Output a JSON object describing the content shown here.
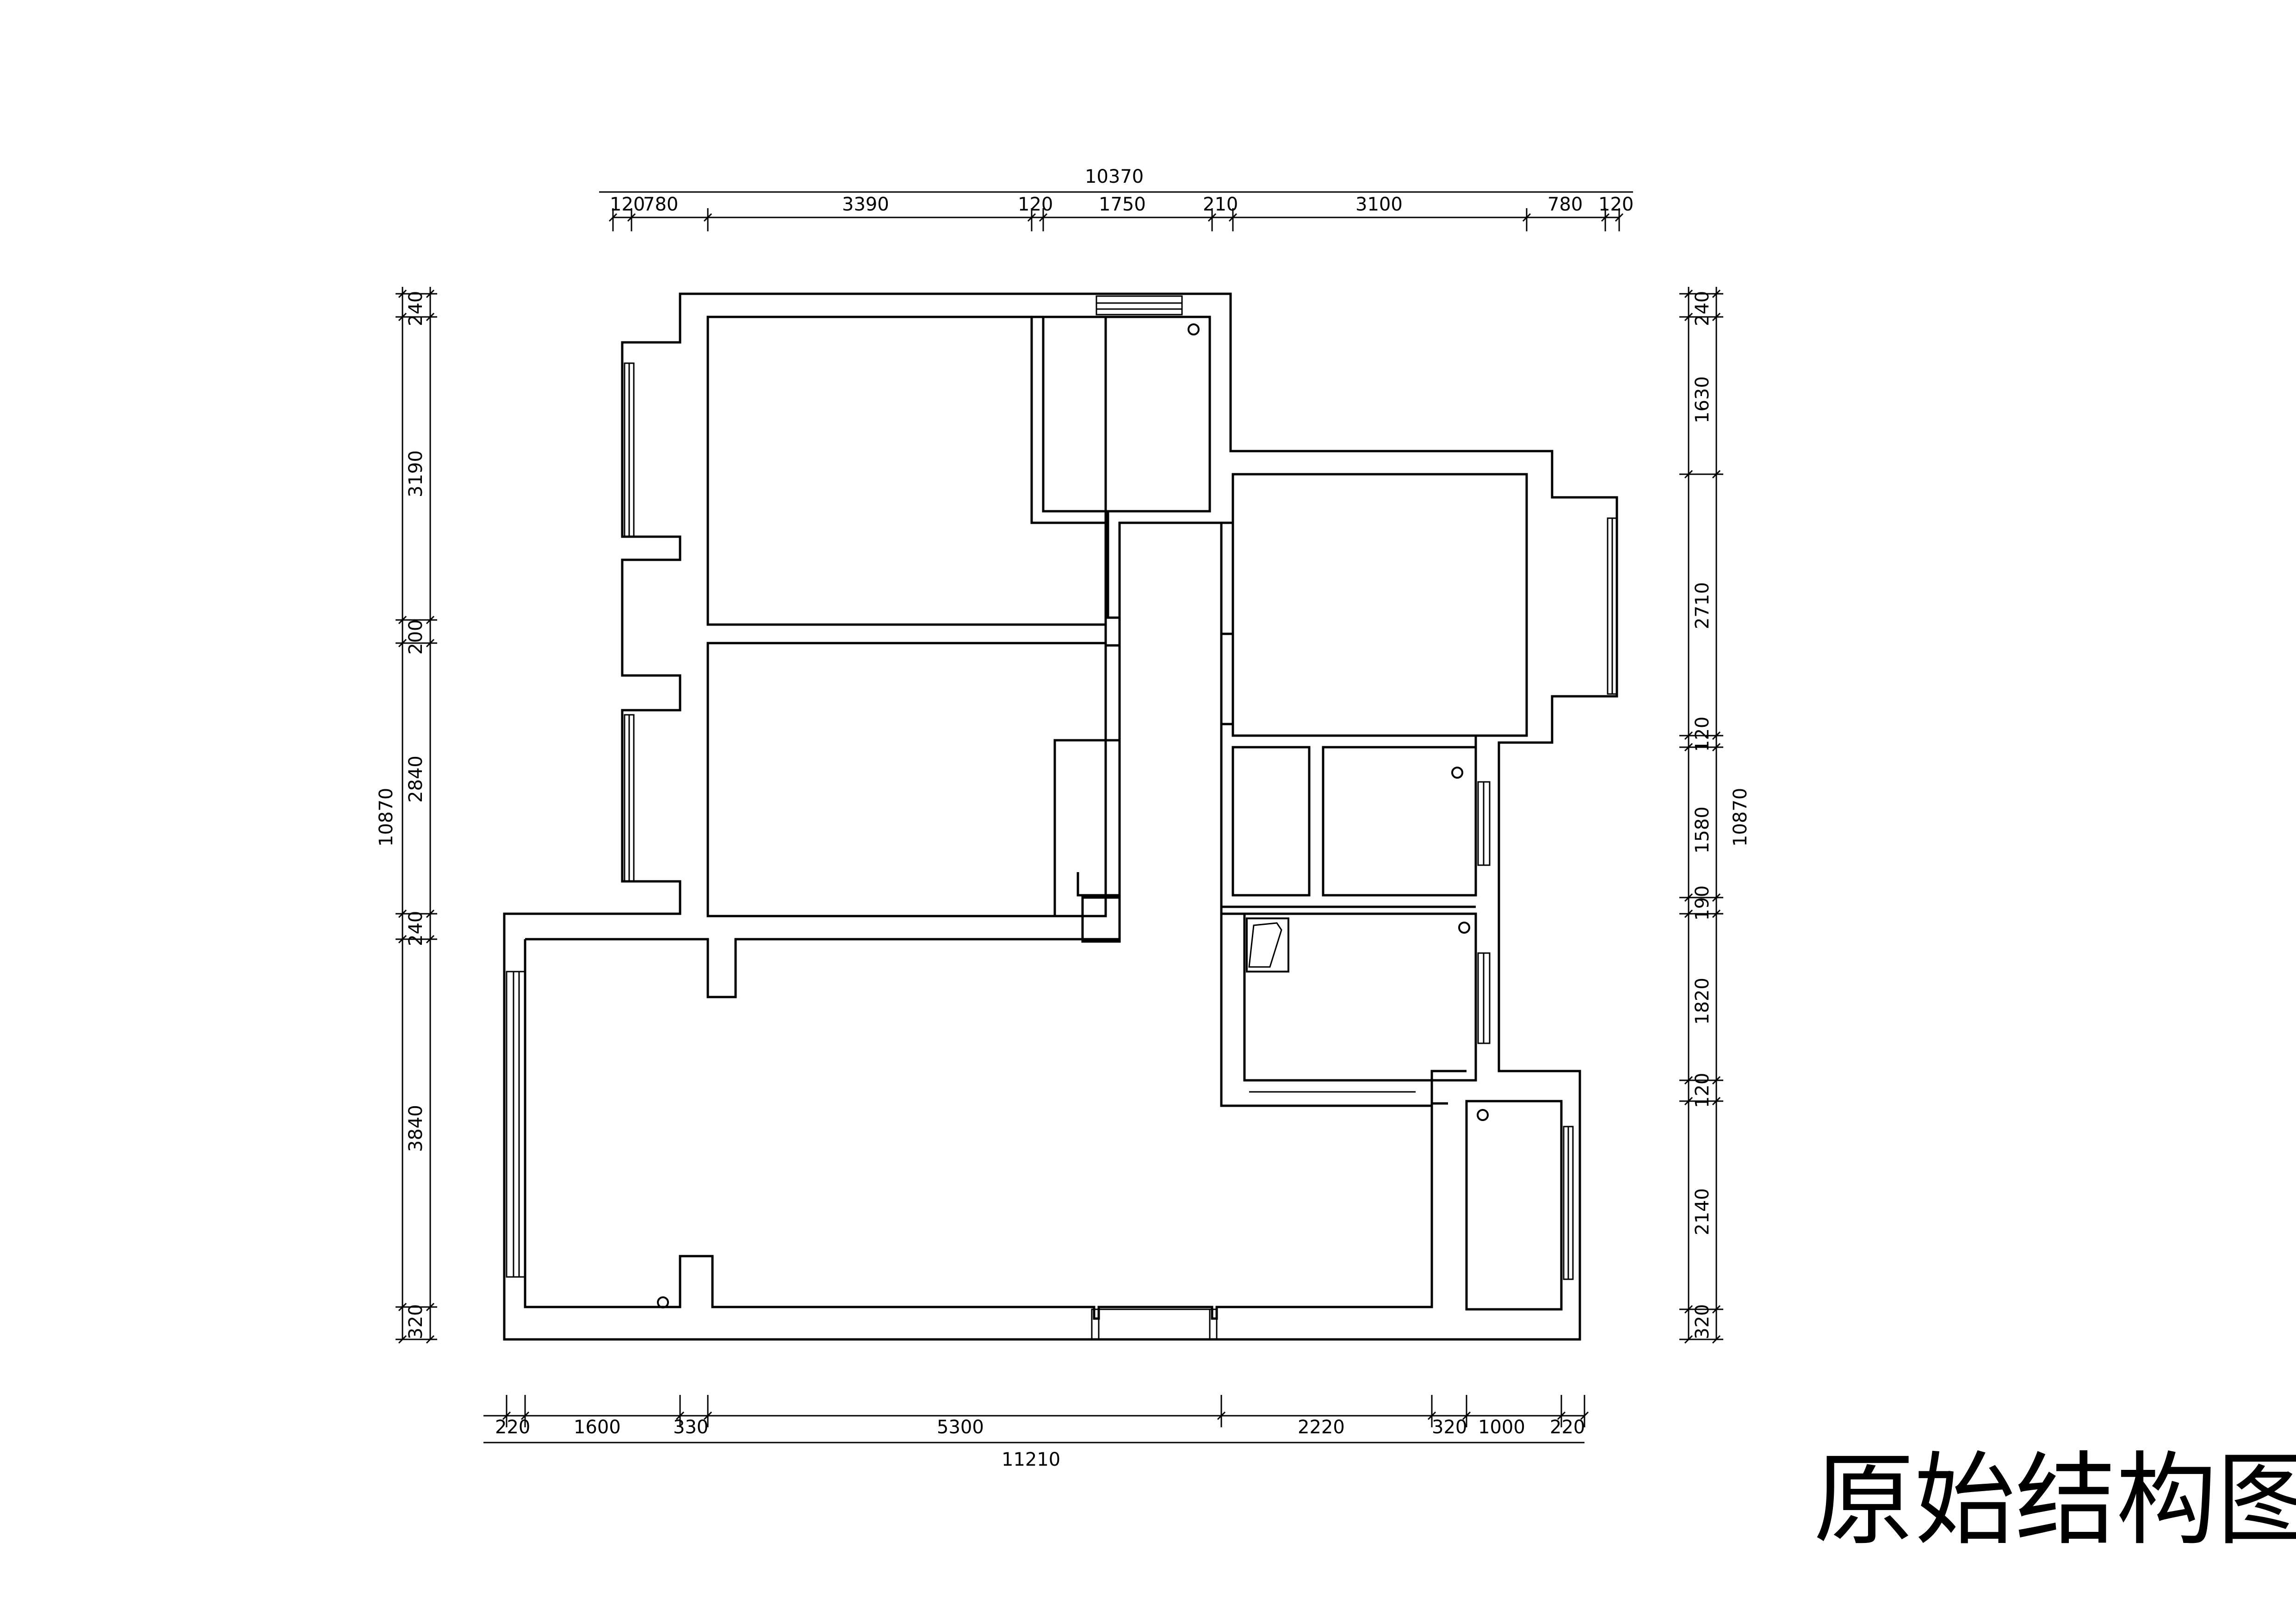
{
  "title": "原始结构图",
  "dimensions": {
    "top_total": "10370",
    "top_segments": [
      "120",
      "780",
      "3390",
      "120",
      "1750",
      "210",
      "3100",
      "780",
      "120"
    ],
    "bottom_total": "11210",
    "bottom_segments": [
      "220",
      "1600",
      "330",
      "5300",
      "2220",
      "320",
      "1000",
      "220"
    ],
    "left_total": "10870",
    "left_segments": [
      "240",
      "3190",
      "200",
      "2840",
      "240",
      "3840",
      "320"
    ],
    "right_total": "10870",
    "right_segments": [
      "240",
      "1630",
      "2710",
      "120",
      "1580",
      "190",
      "1820",
      "120",
      "2140",
      "320"
    ]
  },
  "colors": {
    "line": "#000000",
    "background": "#ffffff"
  }
}
